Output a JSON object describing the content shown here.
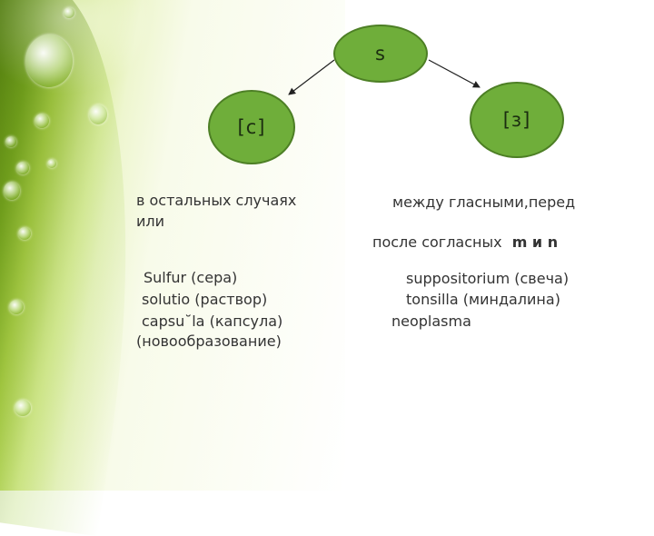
{
  "diagram": {
    "root": {
      "label": "s"
    },
    "left": {
      "label": "[с]",
      "rule_lines": [
        "в остальных случаях",
        "или"
      ],
      "examples": [
        "Sulfur (сера)",
        "solutio (раствор)",
        "capsu˘la (капсула)",
        "(новообразование)"
      ]
    },
    "right": {
      "label": "[з]",
      "rule_line1": "между гласными,перед",
      "rule_line2_text": "после согласных",
      "rule_line2_letters": "m и n",
      "examples": [
        "suppositorium (свеча)",
        "tonsilla (миндалина)",
        "neoplasma"
      ]
    }
  },
  "colors": {
    "node_fill": "#6fae3a",
    "node_border": "#4d7f25",
    "text": "#333333",
    "background_green": "#7fb021"
  }
}
